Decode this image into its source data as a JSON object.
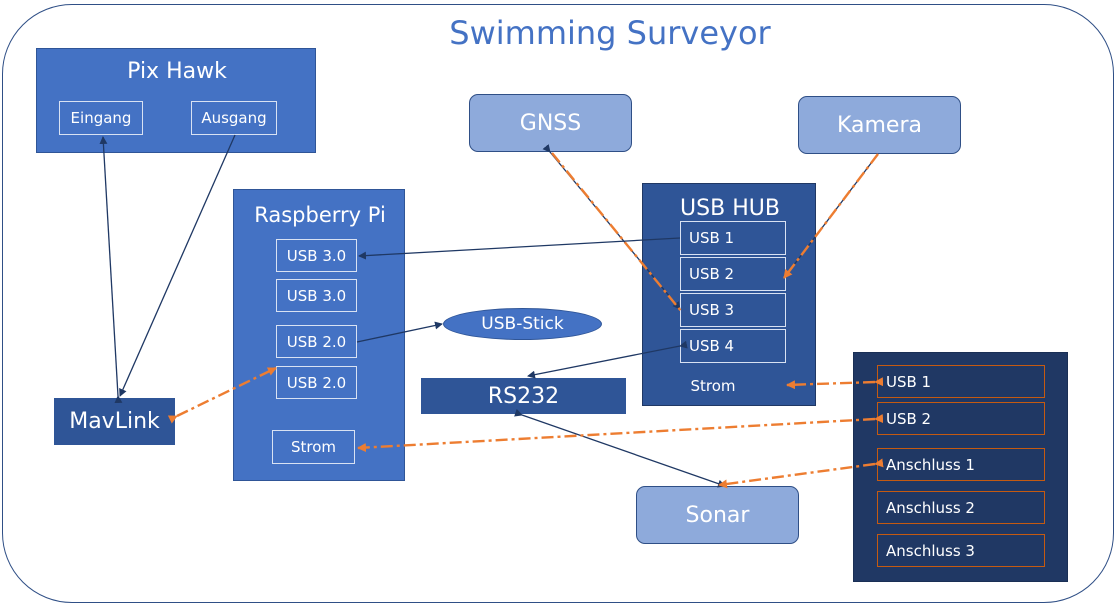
{
  "title": "Swimming Surveyor",
  "pixhawk": {
    "title": "Pix Hawk",
    "input": "Eingang",
    "output": "Ausgang"
  },
  "raspberry": {
    "title": "Raspberry Pi",
    "ports": [
      "USB 3.0",
      "USB 3.0",
      "USB 2.0",
      "USB 2.0"
    ],
    "power": "Strom"
  },
  "usb_hub": {
    "title": "USB HUB",
    "ports": [
      "USB 1",
      "USB 2",
      "USB 3",
      "USB 4"
    ],
    "power": "Strom"
  },
  "power_supply": {
    "ports": [
      "USB 1",
      "USB 2",
      "Anschluss 1",
      "Anschluss 2",
      "Anschluss 3"
    ]
  },
  "gnss": "GNSS",
  "camera": "Kamera",
  "usb_stick": "USB-Stick",
  "rs232": "RS232",
  "mavlink": "MavLink",
  "sonar": "Sonar",
  "colors": {
    "frame_border": "#2f4f86",
    "title": "#4472c4",
    "pixhawk_fill": "#4472c4",
    "raspberry_fill": "#4472c4",
    "usb_hub_fill": "#2f5597",
    "power_supply_fill": "#203864",
    "dark_fill": "#2f5597",
    "light_fill": "#8eaadb",
    "data_line": "#1f3864",
    "power_line": "#ed7d31"
  }
}
